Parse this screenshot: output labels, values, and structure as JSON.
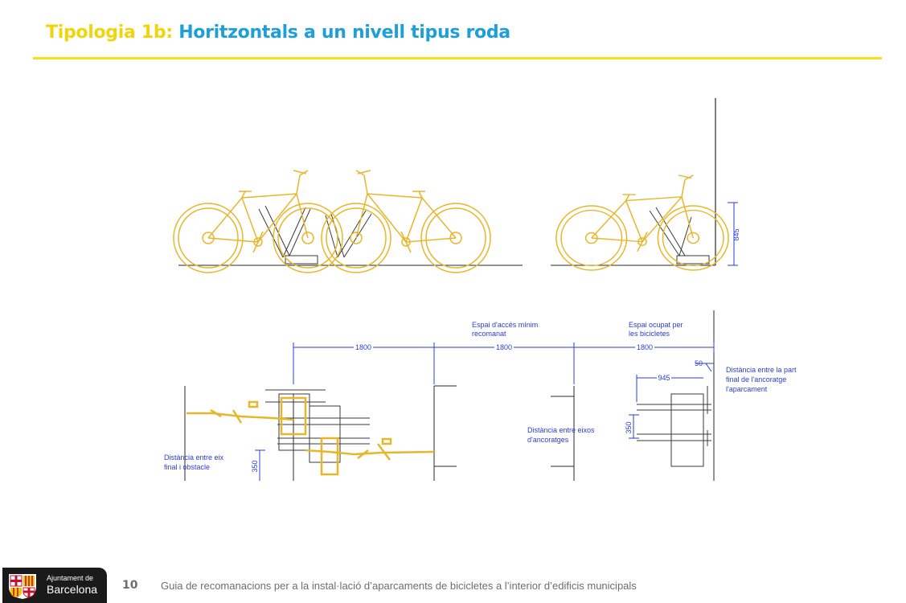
{
  "header": {
    "title_prefix": "Tipologia 1b:",
    "title_main": "Horitzontals a un nivell tipus roda",
    "title_prefix_color": "#f2d40a",
    "title_main_color": "#1d9fd9",
    "rule_color": "#f7e01c"
  },
  "drawing": {
    "bike_color": "#e8b62a",
    "line_color": "#2a2a2a",
    "dimension_color": "#2a3cd8",
    "elevation": {
      "height_label": "845"
    },
    "plan": {
      "dims": [
        "1800",
        "1800",
        "1800"
      ],
      "dim_945": "945",
      "dim_50": "50",
      "dim_350_right": "350",
      "dim_350_left": "350",
      "access_label": [
        "Espai d'accés mínim",
        "recomanat"
      ],
      "occupied_label": [
        "Espai ocupat per",
        "les bicicletes"
      ],
      "end_distance_label": [
        "Distància entre la part",
        "final de l'ancoratge",
        "l'aparcament"
      ],
      "axis_distance_label": [
        "Distància entre eixos",
        "d'ancoratges"
      ],
      "obstacle_label": [
        "Distància entre eix",
        "final i obstacle"
      ]
    }
  },
  "footer": {
    "logo_line1": "Ajuntament de",
    "logo_line2": "Barcelona",
    "page_number": "10",
    "text": "Guia de recomanacions per a la instal·lació d’aparcaments de bicicletes a l’interior d’edificis municipals"
  }
}
